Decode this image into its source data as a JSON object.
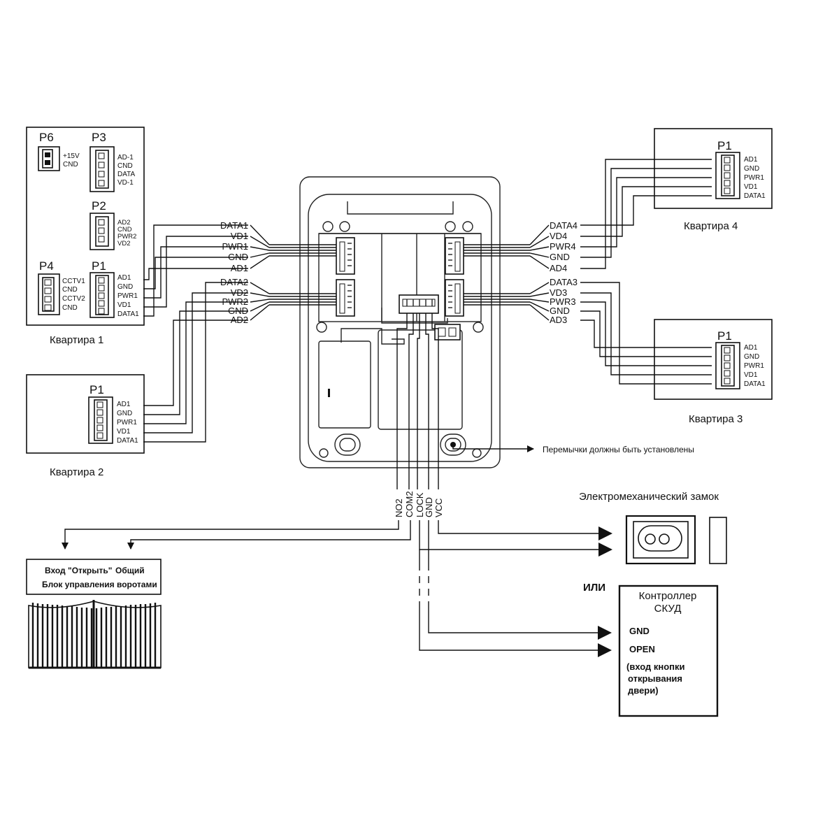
{
  "apartment1": {
    "caption": "Квартира 1",
    "p6": {
      "title": "P6",
      "pins": [
        "+15V",
        "CND"
      ]
    },
    "p3": {
      "title": "P3",
      "pins": [
        "AD-1",
        "CND",
        "DATA",
        "VD-1"
      ]
    },
    "p2": {
      "title": "P2",
      "pins": [
        "AD2",
        "CND",
        "PWR2",
        "VD2"
      ]
    },
    "p4": {
      "title": "P4",
      "pins": [
        "CCTV1",
        "CND",
        "CCTV2",
        "CND"
      ]
    },
    "p1": {
      "title": "P1",
      "pins": [
        "AD1",
        "GND",
        "PWR1",
        "VD1",
        "DATA1"
      ]
    }
  },
  "apartment2": {
    "caption": "Квартира 2",
    "p1": {
      "title": "P1",
      "pins": [
        "AD1",
        "GND",
        "PWR1",
        "VD1",
        "DATA1"
      ]
    }
  },
  "apartment3": {
    "caption": "Квартира 3",
    "p1": {
      "title": "P1",
      "pins": [
        "AD1",
        "GND",
        "PWR1",
        "VD1",
        "DATA1"
      ]
    }
  },
  "apartment4": {
    "caption": "Квартира 4",
    "p1": {
      "title": "P1",
      "pins": [
        "AD1",
        "GND",
        "PWR1",
        "VD1",
        "DATA1"
      ]
    }
  },
  "panel": {
    "left_group1": [
      "DATA1",
      "VD1",
      "PWR1",
      "GND",
      "AD1"
    ],
    "left_group2": [
      "DATA2",
      "VD2",
      "PWR2",
      "GND",
      "AD2"
    ],
    "right_group1": [
      "DATA4",
      "VD4",
      "PWR4",
      "GND",
      "AD4"
    ],
    "right_group2": [
      "DATA3",
      "VD3",
      "PWR3",
      "GND",
      "AD3"
    ],
    "bottom_terminals": [
      "NO2",
      "COM2",
      "LOCK",
      "GND",
      "VCC"
    ],
    "jumper_note": "Перемычки должны быть установлены"
  },
  "gate": {
    "input_open": "Вход \"Открыть\"",
    "common": "Общий",
    "control_unit": "Блок управления воротами"
  },
  "lock": {
    "title": "Электромеханический замок"
  },
  "or_label": "ИЛИ",
  "controller": {
    "title_line1": "Контроллер",
    "title_line2": "СКУД",
    "gnd": "GND",
    "open": "OPEN",
    "note_line1": "(вход кнопки",
    "note_line2": "открывания",
    "note_line3": "двери)"
  },
  "colors": {
    "ink": "#111111",
    "background": "#ffffff"
  }
}
